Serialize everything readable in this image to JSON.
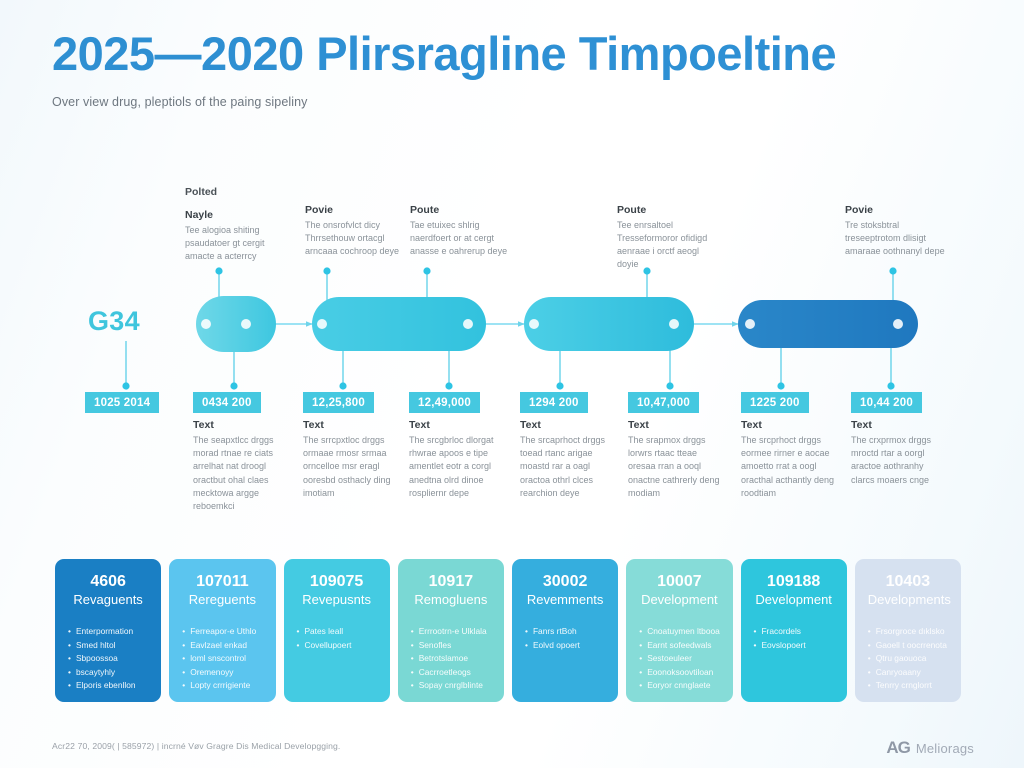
{
  "header": {
    "title_range": "2025—2020",
    "title_label": "Plirsragline Timpoeltine",
    "subtitle": "Over view drug, pleptiols of the paing sipeliny"
  },
  "timeline": {
    "side_label": "G34",
    "kicker": "Polted",
    "top_notes": [
      {
        "head": "Nayle",
        "body": "Tee alogioa shiting psaudatoer gt cergit amacte a acterrcy"
      },
      {
        "head": "Povie",
        "body": "The onsrofvlct dicy Thrrsethouw ortacgl arncaaa cochroop deye"
      },
      {
        "head": "Poute",
        "body": "Tae etuixec shlrig naerdfoert or at cergt anasse e oahrerup deye"
      },
      {
        "head": "Poute",
        "body": "Tee enrsaltoel Tresseformoror ofidigd aenraae i orctf aeogl doyie"
      },
      {
        "head": "Povie",
        "body": "Tre stoksbtral treseeptrotom dlisigt amaraae oothnanyl depe"
      }
    ],
    "badges": [
      "1025 2014",
      "0434 200",
      "12,25,800",
      "12,49,000",
      "1294 200",
      "10,47,000",
      "1225 200",
      "10,44 200"
    ],
    "bottom_notes": [
      {
        "head": "Text",
        "body": "The seapxtlcc drggs morad rtnae re ciats arrelhat nat droogl oractbut ohal claes mecktowa argge reboemkci"
      },
      {
        "head": "Text",
        "body": "The srrcpxtloc drggs ormaae rmosr srmaa orncelloe msr eragl ooresbd osthacly ding imotiam"
      },
      {
        "head": "Text",
        "body": "The srcgbrloc dlorgat rhwrae apoos e tipe amentlet eotr a corgl anedtna olrd dinoe rospliernr depe"
      },
      {
        "head": "Text",
        "body": "The srcaprhoct drggs toead rtanc arigae moastd rar a oagl oractoa othrl clces rearchion deye"
      },
      {
        "head": "Text",
        "body": "The srapmox drggs lorwrs rtaac tteae oresaa rran a ooql onactne cathrerly deng modiam"
      },
      {
        "head": "Text",
        "body": "The srcprhoct drggs eormee rirner e aocae amoetto rrat a oogl oracthal acthantly deng roodtiam"
      },
      {
        "head": "Text",
        "body": "The crxprmox drggs mroctd rtar a oorgl aractoe aothranhy clarcs moaers cnge"
      }
    ]
  },
  "cards": [
    {
      "num": "4\u0001\u0001606",
      "title": "Revaguents",
      "color": "#1a7fc4",
      "items": [
        "Enterpormation",
        "Smed hltol",
        "Sbpoossoa",
        "bscaytyhly",
        "Elporis ebenllon"
      ]
    },
    {
      "num": "107011",
      "title": "Rereguents",
      "color": "#5bc5ef",
      "items": [
        "Ferreapor-e Uthlo",
        "Eavlzael enkad",
        "loml snscontrol",
        "Oremenoyy",
        "Lopty crrrigiente"
      ]
    },
    {
      "num": "109075",
      "title": "Revepusnts",
      "color": "#44cbe2",
      "items": [
        "Pates leall",
        "Covellupoert"
      ]
    },
    {
      "num": "10\u0001917",
      "title": "Remogluens",
      "color": "#7ad8d4",
      "items": [
        "Errrootrn-e Ulklala",
        "Senofles",
        "Betrotslamoe",
        "Cacrroetleogs",
        "Sopay cnrglblinte"
      ]
    },
    {
      "num": "30002",
      "title": "Revemments",
      "color": "#35aede",
      "items": [
        "Fanrs rtBoh",
        "Eolvd opoert"
      ]
    },
    {
      "num": "10007",
      "title": "Development",
      "color": "#86dcd8",
      "items": [
        "Cnoatuymen ltbooa",
        "Earnt sofeedwals",
        "Sestoeuleer",
        "Eoonoksoovtiloan",
        "Eoryor cnnglaete"
      ]
    },
    {
      "num": "109188",
      "title": "Development",
      "color": "#2ec6dd",
      "items": [
        "Fracordels",
        "Eovslopoert"
      ]
    },
    {
      "num": "104\u00010\u00013",
      "title": "Developments",
      "color": "#d6e1f0",
      "items": [
        "Frsorgroce dıklsko",
        "Gaoell t oocrrenota",
        "Qtru gaouoca",
        "Canryoaany",
        "Tenrry crnglorrt"
      ]
    }
  ],
  "footer": {
    "note": "Acr2\u00012\u0001 70, 2009( | 585972) | incrné Vøv Gragre Dis Medical Developgging.",
    "brand_mark": "AG",
    "brand_word": "Meliorags"
  }
}
